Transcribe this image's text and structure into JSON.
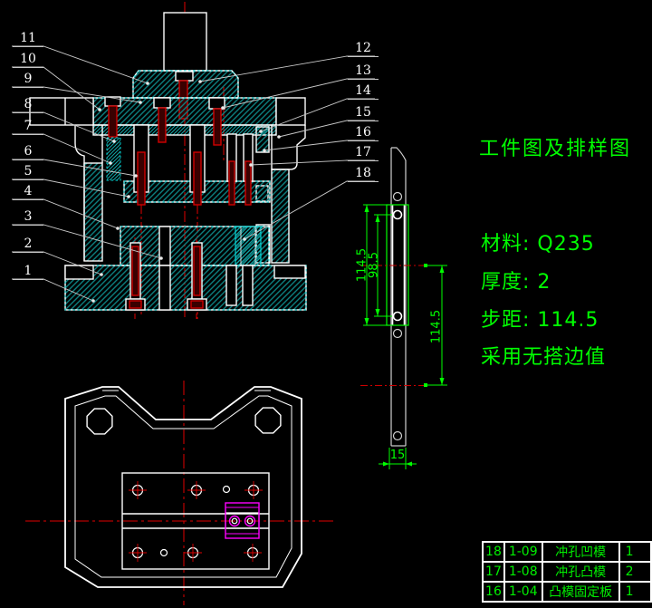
{
  "annotation": {
    "title": "工件图及排样图",
    "specs": [
      "材料: Q235",
      "厚度: 2",
      "步距: 114.5",
      "采用无搭边值"
    ]
  },
  "strip": {
    "dims": {
      "pitch_left": "114.5",
      "hole_span": "98.5",
      "pitch_right": "114.5",
      "width": "15"
    }
  },
  "leaders": {
    "left": [
      "11",
      "10",
      "9",
      "8",
      "7",
      "6",
      "5",
      "4",
      "3",
      "2",
      "1"
    ],
    "right": [
      "12",
      "13",
      "14",
      "15",
      "16",
      "17",
      "18"
    ]
  },
  "parts_table": {
    "rows": [
      [
        "18",
        "1-09",
        "冲孔凹模",
        "1"
      ],
      [
        "17",
        "1-08",
        "冲孔凸模",
        "2"
      ],
      [
        "16",
        "1-04",
        "凸模固定板",
        "1"
      ]
    ]
  },
  "colors": {
    "green": "#00ff00",
    "red": "#e00000",
    "dark_red": "#3a0000",
    "teal": "#0d7f7f",
    "cyan": "#00e0e0",
    "magenta": "#ff00ff",
    "white": "#ffffff"
  }
}
